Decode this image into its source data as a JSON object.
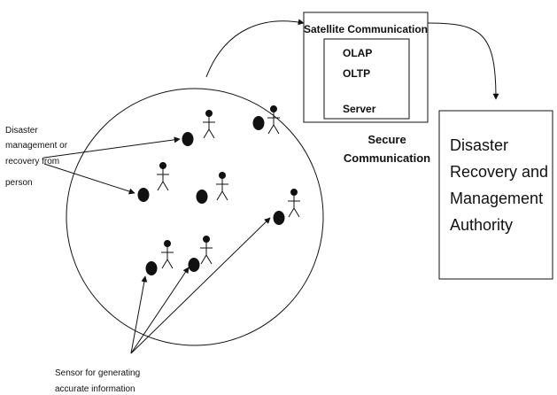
{
  "satellite_box": {
    "title": "Satellite Communication",
    "items": [
      "OLAP",
      "OLTP",
      "Server"
    ]
  },
  "secure_label": {
    "line1": "Secure",
    "line2": "Communication"
  },
  "authority_box": {
    "lines": [
      "Disaster",
      "Recovery and",
      "Management",
      "Authority"
    ]
  },
  "left_label": {
    "lines": [
      "Disaster",
      "management or",
      "recovery from",
      "person"
    ]
  },
  "bottom_label": {
    "lines": [
      "Sensor for generating",
      "accurate information"
    ]
  }
}
